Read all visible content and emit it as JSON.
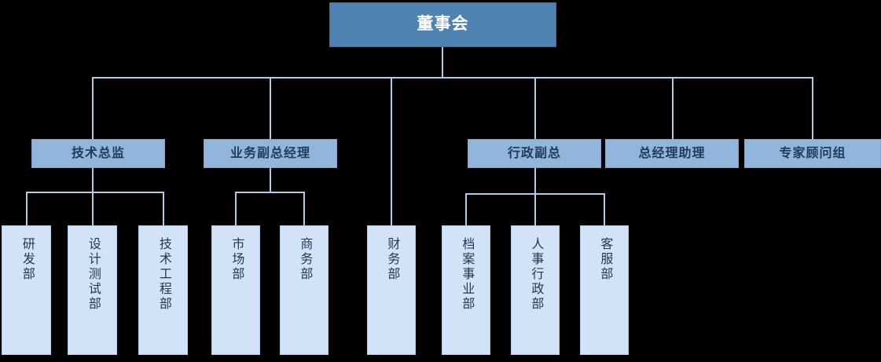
{
  "chart": {
    "type": "org-chart",
    "title": "",
    "palette": {
      "background": "#000000",
      "root_fill": "#4E82B0",
      "root_text": "#FFFFFF",
      "level2_fill": "#92B5DC",
      "level2_text": "#1F3B5B",
      "leaf_fill": "#D3E3F7",
      "leaf_text": "#23384F",
      "connector": "#AECBE8"
    },
    "root": {
      "label": "董事会"
    },
    "level2": [
      {
        "id": "tech-director",
        "label": "技术总监"
      },
      {
        "id": "business-vp",
        "label": "业务副总经理"
      },
      {
        "id": "admin-vp",
        "label": "行政副总"
      },
      {
        "id": "gm-assistant",
        "label": "总经理助理"
      },
      {
        "id": "expert-advisory",
        "label": "专家顾问组"
      }
    ],
    "leaves": [
      {
        "id": "rd-dept",
        "label": "研发部",
        "parent": "tech-director"
      },
      {
        "id": "design-test-dept",
        "label": "设计测试部",
        "parent": "tech-director"
      },
      {
        "id": "tech-eng-dept",
        "label": "技术工程部",
        "parent": "tech-director"
      },
      {
        "id": "marketing-dept",
        "label": "市场部",
        "parent": "business-vp"
      },
      {
        "id": "commerce-dept",
        "label": "商务部",
        "parent": "business-vp"
      },
      {
        "id": "finance-dept",
        "label": "财务部",
        "parent": "root"
      },
      {
        "id": "archive-dept",
        "label": "档案事业部",
        "parent": "admin-vp"
      },
      {
        "id": "hr-admin-dept",
        "label": "人事行政部",
        "parent": "admin-vp"
      },
      {
        "id": "customer-svc-dept",
        "label": "客服部",
        "parent": "admin-vp"
      }
    ]
  }
}
